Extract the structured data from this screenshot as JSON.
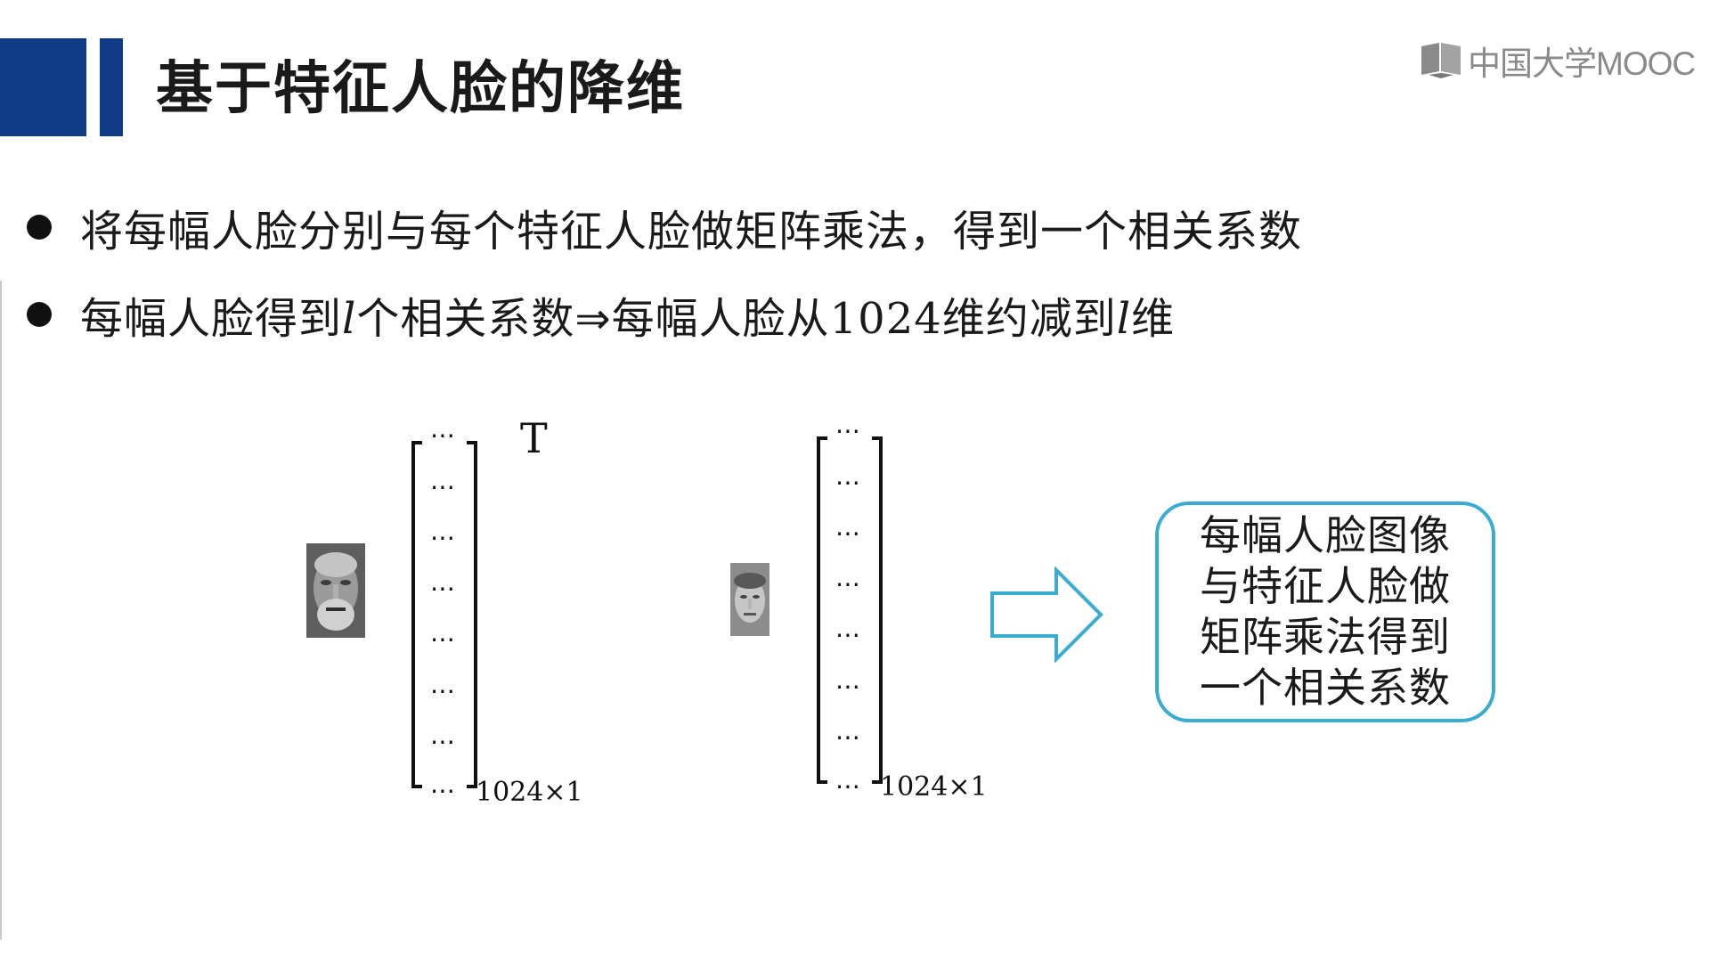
{
  "header": {
    "title": "基于特征人脸的降维",
    "logo_text": "中国大学MOOC",
    "accent_color": "#0f3a86"
  },
  "bullets": [
    {
      "text": "将每幅人脸分别与每个特征人脸做矩阵乘法，得到一个相关系数"
    },
    {
      "part1": "每幅人脸得到",
      "var1": "l",
      "part2": "个相关系数⇒每幅人脸从",
      "num": "1024",
      "part3": "维约减到",
      "var2": "l",
      "part4": "维"
    }
  ],
  "diagram": {
    "matrix_left": {
      "superscript": "T",
      "dimension": "1024×1",
      "entries": [
        "⋯",
        "⋯",
        "⋯",
        "⋯",
        "⋯",
        "⋯",
        "⋯",
        "⋯"
      ]
    },
    "matrix_right": {
      "dimension": "1024×1",
      "entries": [
        "⋯",
        "⋯",
        "⋯",
        "⋯",
        "⋯",
        "⋯",
        "⋯",
        "⋯"
      ]
    },
    "arrow_color": "#3aabd2",
    "callout_lines": [
      "每幅人脸图像",
      "与特征人脸做",
      "矩阵乘法得到",
      "一个相关系数"
    ],
    "callout_border_color": "#3aabd2",
    "icons": [
      "face-image",
      "right-arrow-icon",
      "mooc-logo-icon"
    ]
  }
}
